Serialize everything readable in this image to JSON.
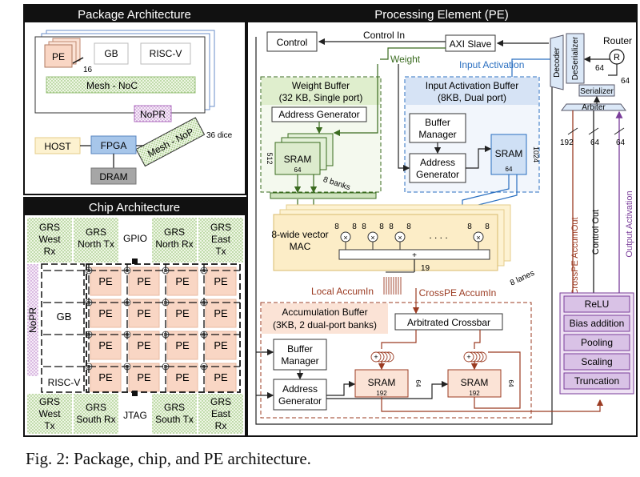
{
  "figure": {
    "caption": "Fig. 2: Package, chip, and PE architecture."
  },
  "package": {
    "title": "Package Architecture",
    "pe": "PE",
    "gb": "GB",
    "riscv": "RISC-V",
    "mesh_noc": "Mesh - NoC",
    "link_width": "16",
    "nopr": "NoPR",
    "dice": "36 dice",
    "host": "HOST",
    "fpga": "FPGA",
    "dram": "DRAM",
    "mesh_nop": "Mesh - NoP"
  },
  "chip": {
    "title": "Chip Architecture",
    "grs_west_rx": [
      "GRS",
      "West",
      "Rx"
    ],
    "grs_north_tx": [
      "GRS",
      "North Tx"
    ],
    "gpio": "GPIO",
    "grs_north_rx": [
      "GRS",
      "North Rx"
    ],
    "grs_east_tx": [
      "GRS",
      "East",
      "Tx"
    ],
    "nopr": "NoPR",
    "gb": "GB",
    "riscv": "RISC-V",
    "pe": "PE",
    "router": "R",
    "grs_west_tx": [
      "GRS",
      "West",
      "Tx"
    ],
    "grs_south_rx_left": [
      "GRS",
      "South Rx"
    ],
    "jtag": "JTAG",
    "grs_south_tx": [
      "GRS",
      "South Tx"
    ],
    "grs_east_rx": [
      "GRS",
      "East",
      "Rx"
    ]
  },
  "pe": {
    "title": "Processing Element (PE)",
    "control": "Control",
    "control_in": "Control In",
    "axi_slave": "AXI Slave",
    "weight": "Weight",
    "input_activation": "Input Activation",
    "decoder": "Decoder",
    "deserializer": "DeSerializer",
    "router": "Router",
    "router_r": "R",
    "w64a": "64",
    "w64b": "64",
    "serializer": "Serializer",
    "arbiter": "Arbiter",
    "weight_buffer": [
      "Weight Buffer",
      "(32 KB, Single port)"
    ],
    "address_generator": "Address Generator",
    "sram": "SRAM",
    "w512": "512",
    "w64_sram": "64",
    "banks": "8 banks",
    "input_buffer": [
      "Input Activation Buffer",
      "(8KB, Dual port)"
    ],
    "buffer_manager": [
      "Buffer",
      "Manager"
    ],
    "address_gen_2": [
      "Address",
      "Generator"
    ],
    "w1024": "1024",
    "w64_in": "64",
    "w192": "192",
    "w64c": "64",
    "w64d": "64",
    "mac": [
      "8-wide vector",
      "MAC"
    ],
    "eight": "8",
    "dots": ". . . .",
    "w19": "19",
    "lanes": "8 lanes",
    "local_accum": "Local AccumIn",
    "crosspe_accum_in": "CrossPE AccumIn",
    "crosspe_accum_out": "CrossPE AccumOut",
    "control_out": "Control Out",
    "output_activation": "Output Activation",
    "accum_buffer": [
      "Accumulation Buffer",
      "(3KB, 2 dual-port banks)"
    ],
    "arbitrated_crossbar": "Arbitrated Crossbar",
    "buffer_manager_2": [
      "Buffer",
      "Manager"
    ],
    "address_gen_3": [
      "Address",
      "Generator"
    ],
    "sram_acc": "SRAM",
    "w192_acc": "192",
    "w64_acc": "64",
    "ppu": [
      "ReLU",
      "Bias addition",
      "Pooling",
      "Scaling",
      "Truncation"
    ]
  }
}
